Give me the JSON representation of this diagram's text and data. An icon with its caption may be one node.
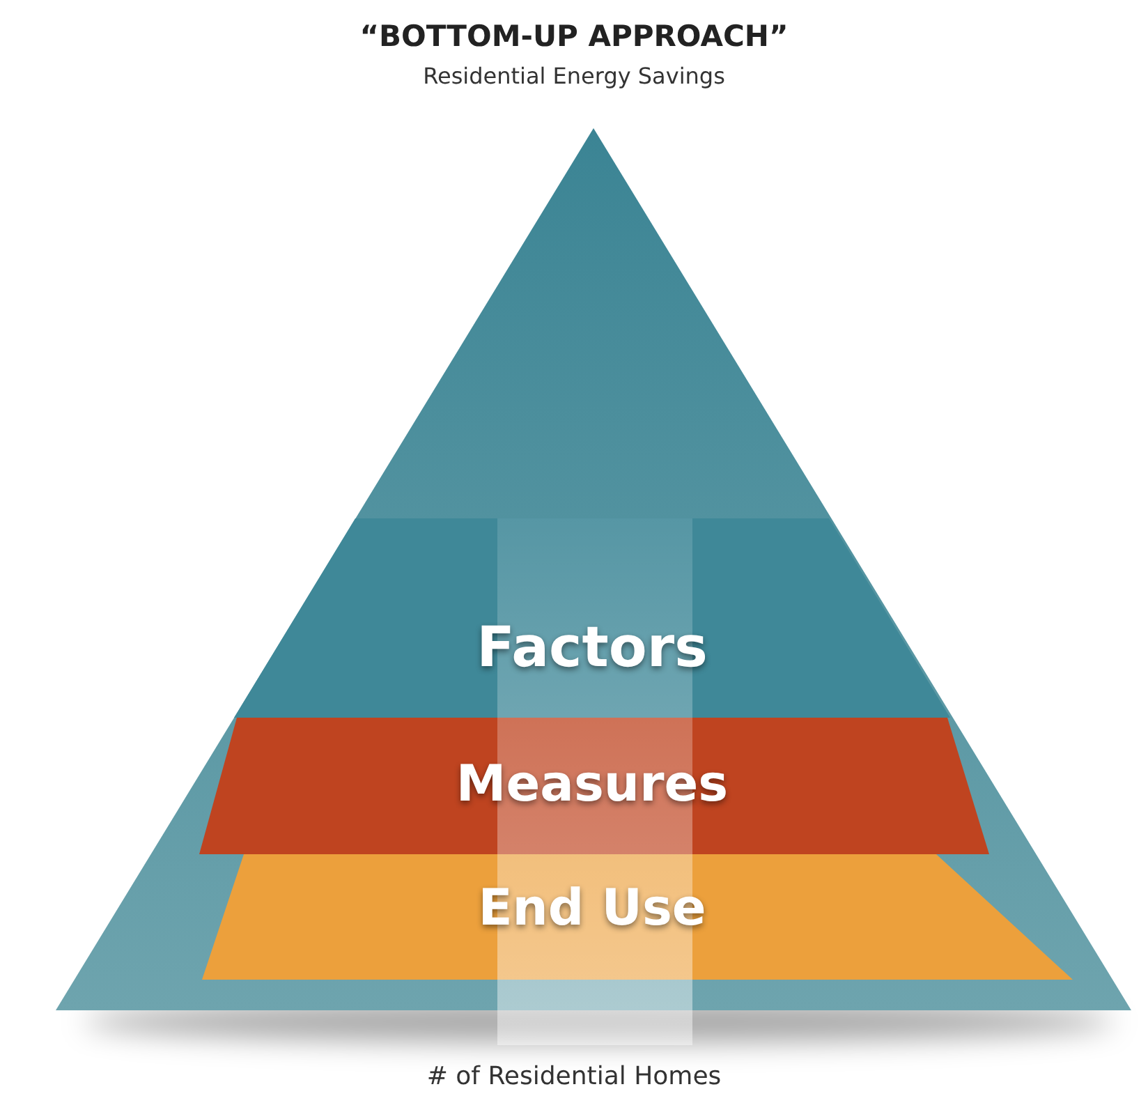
{
  "diagram": {
    "title": "“BOTTOM-UP APPROACH”",
    "caption": "# of Residential Homes",
    "nodes": [
      {
        "text": [],
        "shape": "triangle"
      },
      {
        "text": [
          "Factors"
        ],
        "in": 0
      },
      {
        "text": [
          "Measures"
        ],
        "in": 0
      },
      {
        "text": [
          "End Use"
        ],
        "in": 0
      }
    ],
    "labels": [
      "Residential Energy Savings"
    ]
  }
}
